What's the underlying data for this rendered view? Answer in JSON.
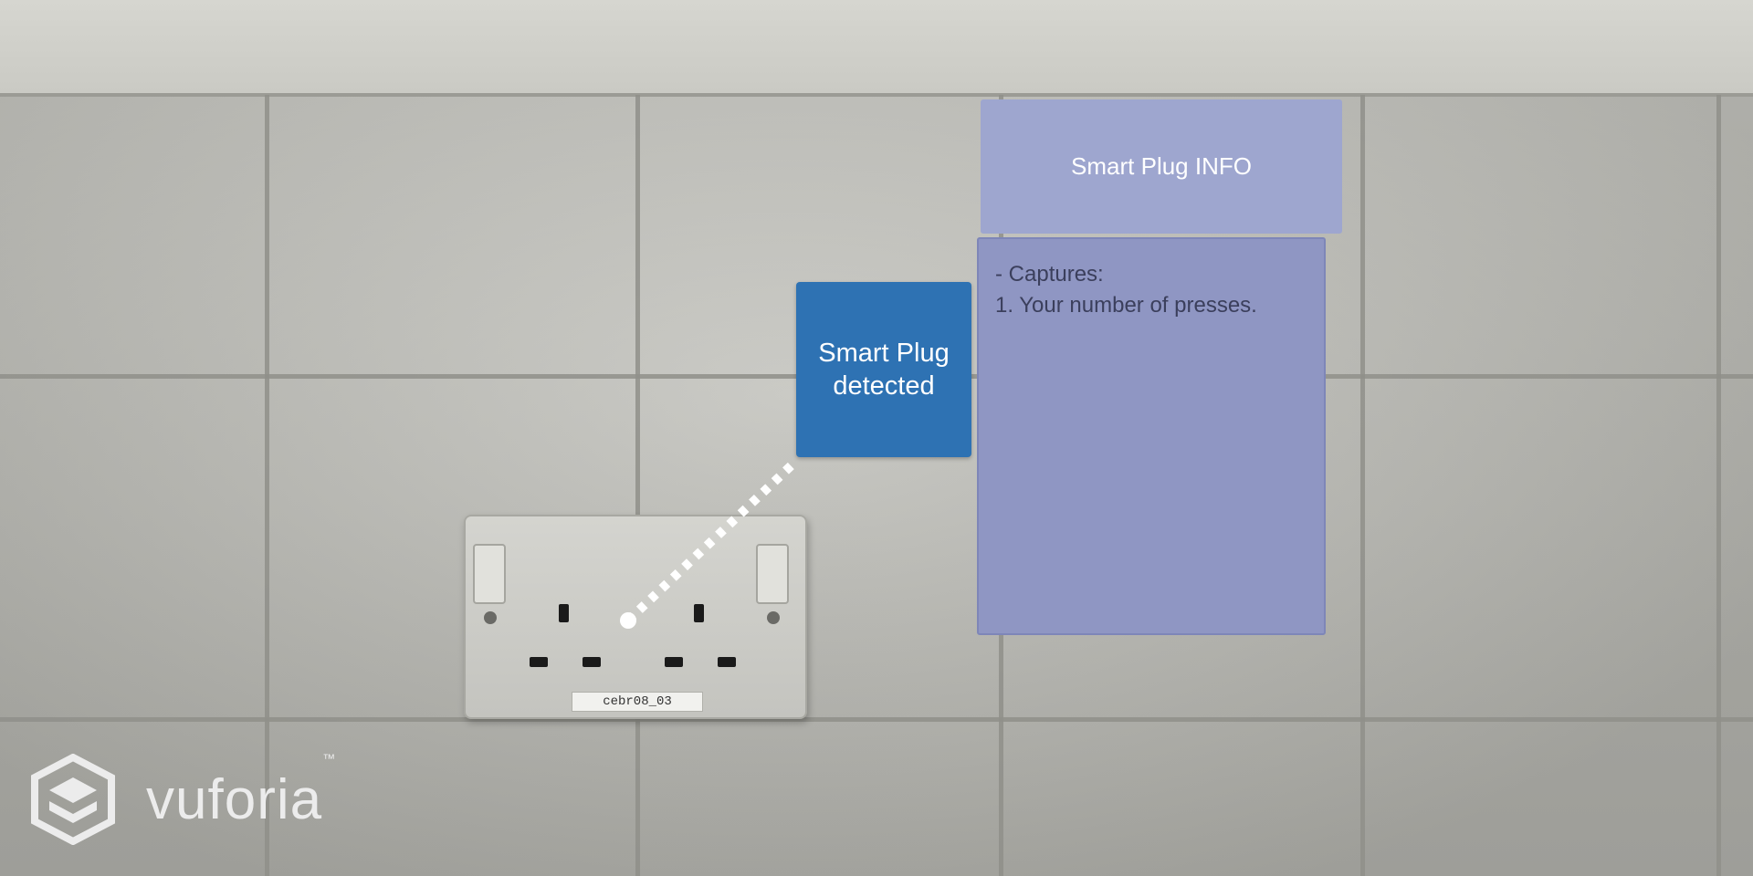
{
  "ar_scene": {
    "description_free": true,
    "socket_label": "cebr08_03"
  },
  "detected_panel": {
    "label_line1": "Smart Plug",
    "label_line2": "detected",
    "color": "#2e72b3"
  },
  "info_panel": {
    "title": "Smart Plug INFO",
    "lines": [
      "- Captures:",
      "1. Your number of presses."
    ],
    "header_color": "#9ea6cf",
    "body_color": "#8f96c3"
  },
  "watermark": {
    "brand": "vuforia",
    "trademark": "™"
  }
}
